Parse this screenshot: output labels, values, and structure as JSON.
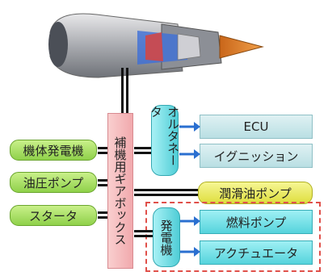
{
  "gearbox": {
    "label": "補機用ギアボックス"
  },
  "alternator": {
    "label": "オルタネータ"
  },
  "generator": {
    "label": "発電機"
  },
  "left_items": [
    {
      "label": "機体発電機"
    },
    {
      "label": "油圧ポンプ"
    },
    {
      "label": "スタータ"
    }
  ],
  "right_items": {
    "ecu": "ECU",
    "ignition": "イグニッション",
    "lube_pump": "潤滑油ポンプ",
    "fuel_pump": "燃料ポンプ",
    "actuator": "アクチュエータ"
  },
  "colors": {
    "green": "#8fd14a",
    "pink": "#f4b6b6",
    "cyan": "#55d3dc",
    "yellow": "#dede3e",
    "arrow_blue": "#2a6fd0",
    "dashed_red": "#e0504a"
  }
}
